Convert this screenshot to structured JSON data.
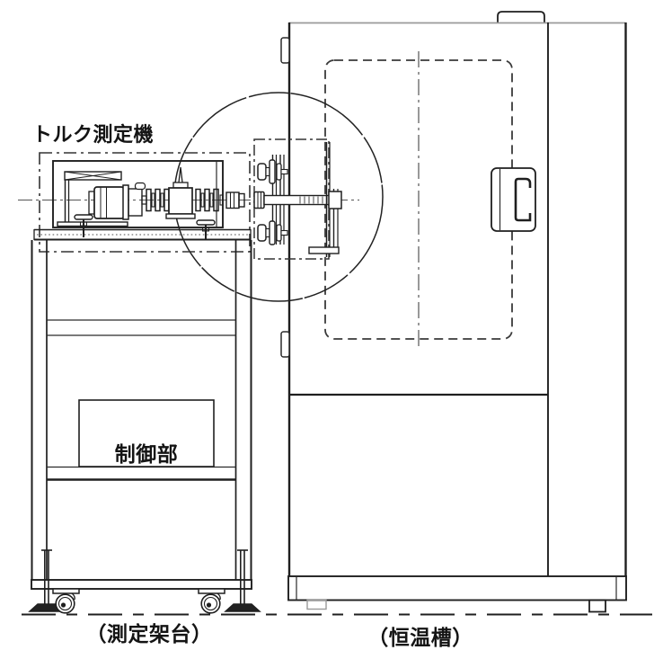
{
  "diagram": {
    "type": "technical-drawing",
    "description_labels": {
      "torque_machine": "トルク測定機",
      "control_unit": "制御部",
      "stand_caption": "（測定架台）",
      "chamber_caption": "（恒温槽）"
    },
    "colors": {
      "line_dark": "#1f1f1f",
      "line_medium": "#3a3a3a",
      "line_light": "#9a9a9a",
      "background": "#ffffff"
    }
  }
}
